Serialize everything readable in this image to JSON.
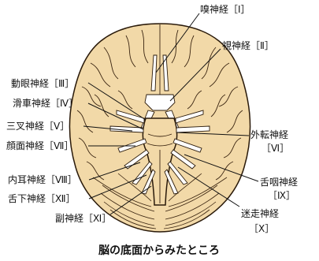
{
  "colors": {
    "brain_fill": "#f2d9a8",
    "outline": "#2a1a0a",
    "text": "#111111"
  },
  "caption": "脳の底面からみたところ",
  "labels": {
    "olfactory": "嗅神経［Ⅰ］",
    "optic": "視神経［Ⅱ］",
    "oculomotor": "動眼神経［Ⅲ］",
    "trochlear": "滑車神経［Ⅳ］",
    "trigeminal": "三叉神経［Ⅴ］",
    "facial": "顔面神経［Ⅶ］",
    "abducens_line1": "外転神経",
    "abducens_line2": "［Ⅵ］",
    "vestibulocochlear": "内耳神経［Ⅷ］",
    "hypoglossal": "舌下神経［Ⅻ］",
    "accessory": "副神経［Ⅺ］",
    "glossopharyngeal_line1": "舌咽神経",
    "glossopharyngeal_line2": "［Ⅸ］",
    "vagus_line1": "迷走神経",
    "vagus_line2": "［Ⅹ］"
  }
}
